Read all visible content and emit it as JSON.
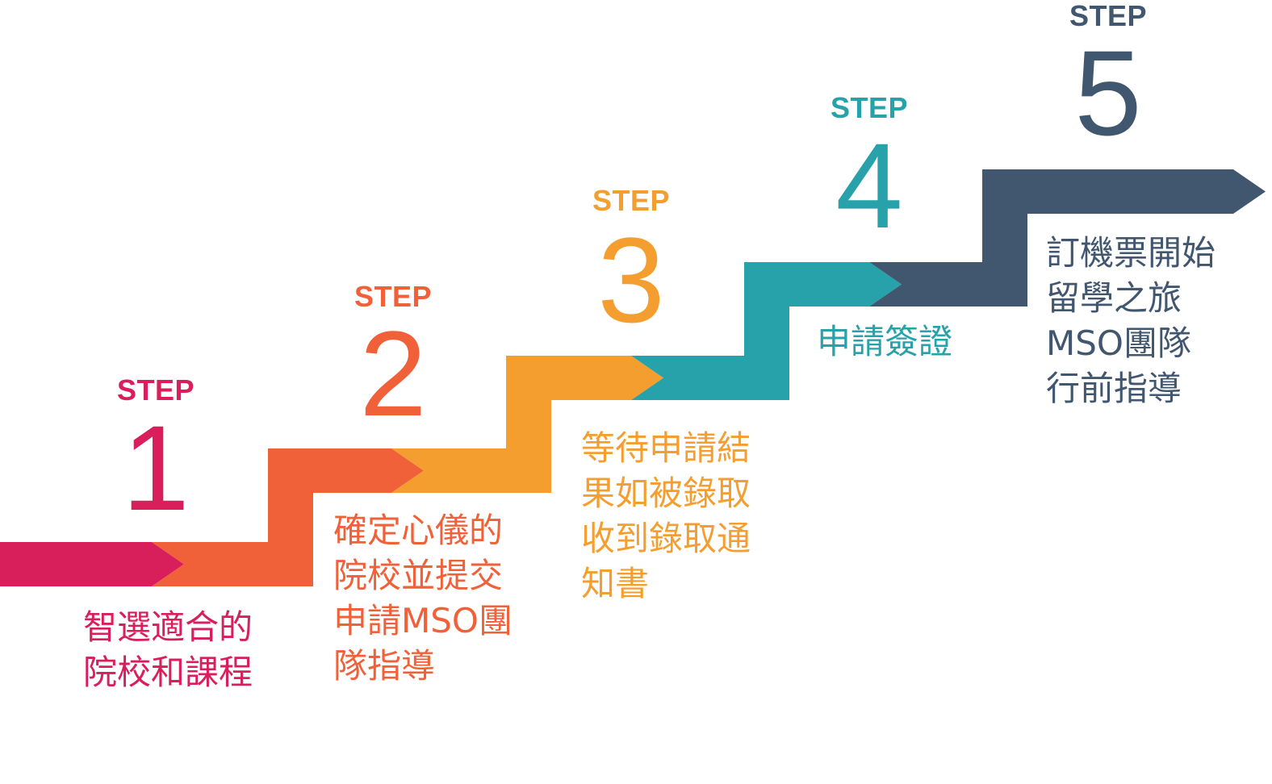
{
  "diagram": {
    "type": "staircase-process",
    "steps": [
      {
        "label": "STEP",
        "number": "1",
        "color": "#d81e5b",
        "description": "智選適合的\n院校和課程"
      },
      {
        "label": "STEP",
        "number": "2",
        "color": "#f0613a",
        "description": "確定心儀的\n院校並提交\n申請MSO團\n隊指導"
      },
      {
        "label": "STEP",
        "number": "3",
        "color": "#f59e30",
        "description": "等待申請結\n果如被錄取\n收到錄取通\n知書"
      },
      {
        "label": "STEP",
        "number": "4",
        "color": "#27a2aa",
        "description": "申請簽證"
      },
      {
        "label": "STEP",
        "number": "5",
        "color": "#41566f",
        "description": "訂機票開始\n留學之旅\nMSO團隊\n行前指導"
      }
    ]
  }
}
